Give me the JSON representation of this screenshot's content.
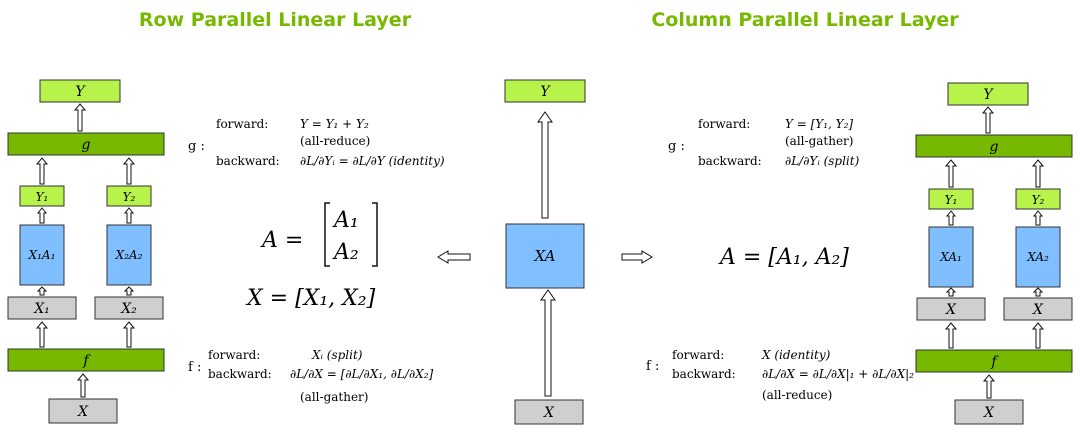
{
  "titles": {
    "row": "Row Parallel Linear Layer",
    "col": "Column Parallel Linear Layer"
  },
  "labels": {
    "Y": "Y",
    "g": "g",
    "f": "f",
    "X": "X",
    "Y1": "Y₁",
    "Y2": "Y₂",
    "X1": "X₁",
    "X2": "X₂",
    "X1A1": "X₁A₁",
    "X2A2": "X₂A₂",
    "XA": "XA",
    "XA1": "XA₁",
    "XA2": "XA₂"
  },
  "left": {
    "g_label": "g :",
    "g_forward_key": "forward:",
    "g_forward_val": "Y = Y₁ + Y₂",
    "g_forward_note": "(all-reduce)",
    "g_backward_key": "backward:",
    "g_backward_val": "∂L/∂Yᵢ = ∂L/∂Y (identity)",
    "A_lhs": "A =",
    "A1": "A₁",
    "A2": "A₂",
    "X_eq": "X = [X₁, X₂]",
    "f_label": "f :",
    "f_forward_key": "forward:",
    "f_forward_val": "Xᵢ (split)",
    "f_backward_key": "backward:",
    "f_backward_val": "∂L/∂X = [∂L/∂X₁, ∂L/∂X₂]",
    "f_backward_note": "(all-gather)"
  },
  "right": {
    "g_label": "g :",
    "g_forward_key": "forward:",
    "g_forward_val": "Y = [Y₁, Y₂]",
    "g_forward_note": "(all-gather)",
    "g_backward_key": "backward:",
    "g_backward_val": "∂L/∂Yᵢ (split)",
    "A_eq": "A = [A₁, A₂]",
    "f_label": "f :",
    "f_forward_key": "forward:",
    "f_forward_val": "X (identity)",
    "f_backward_key": "backward:",
    "f_backward_val": "∂L/∂X = ∂L/∂X|₁ + ∂L/∂X|₂",
    "f_backward_note": "(all-reduce)"
  },
  "colors": {
    "accent": "#76b900",
    "light_green": "#b7f34a",
    "blue": "#7fbfff",
    "gray": "#cfcfcf"
  }
}
